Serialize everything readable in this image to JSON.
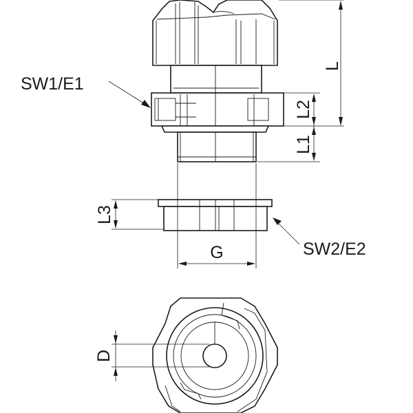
{
  "drawing": {
    "title_labels": {
      "sw1_e1": "SW1/E1",
      "sw2_e2": "SW2/E2",
      "L": "L",
      "L1": "L1",
      "L2": "L2",
      "L3": "L3",
      "G": "G",
      "D": "D"
    }
  }
}
